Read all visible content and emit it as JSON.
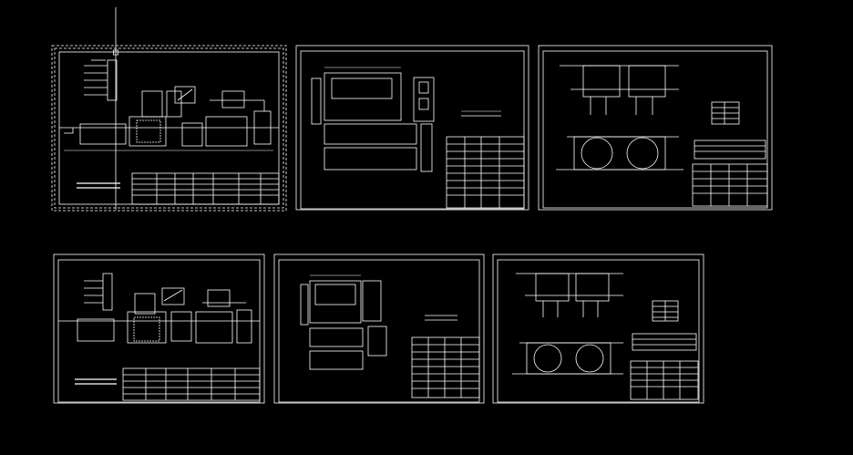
{
  "canvas": {
    "background": "#000000",
    "line_color": "#ffffff",
    "dim_color": "#cfcfcf"
  },
  "sheets": [
    {
      "id": "sheet-1",
      "kind": "process-flow",
      "selected": true,
      "label": "",
      "note_title": ""
    },
    {
      "id": "sheet-2",
      "kind": "plan-layout",
      "selected": false,
      "label": "",
      "note_title": ""
    },
    {
      "id": "sheet-3",
      "kind": "equipment-detail",
      "selected": false,
      "label": "",
      "note_title": ""
    },
    {
      "id": "sheet-4",
      "kind": "process-flow",
      "selected": false,
      "label": "",
      "note_title": ""
    },
    {
      "id": "sheet-5",
      "kind": "plan-layout",
      "selected": false,
      "label": "",
      "note_title": ""
    },
    {
      "id": "sheet-6",
      "kind": "equipment-detail",
      "selected": false,
      "label": "",
      "note_title": ""
    }
  ],
  "cursor": {
    "icon": "crosshair-cursor-icon"
  }
}
